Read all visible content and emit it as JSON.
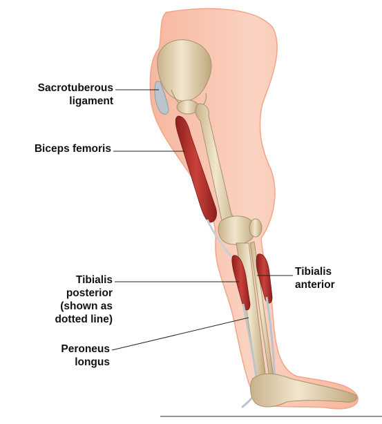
{
  "labels": {
    "sacrotuberous": [
      "Sacrotuberous",
      "ligament"
    ],
    "biceps": [
      "Biceps femoris"
    ],
    "tibialis_posterior": [
      "Tibialis",
      "posterior",
      "(shown as",
      "dotted line)"
    ],
    "peroneus": [
      "Peroneus",
      "longus"
    ],
    "tibialis_anterior": [
      "Tibialis",
      "anterior"
    ]
  },
  "colors": {
    "skin_outline": "#f3a488",
    "skin_fill": "#f8c6b0",
    "bone": "#e9dcc0",
    "bone_shadow": "#c9b48e",
    "muscle": "#b8302c",
    "ligament": "#b9c4cc",
    "leader": "#222222"
  }
}
